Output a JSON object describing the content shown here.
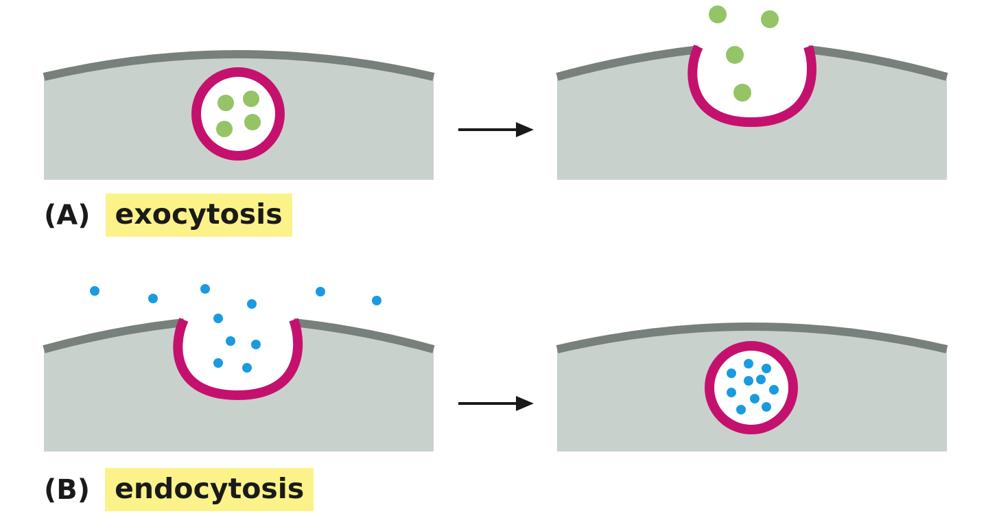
{
  "panels": [
    {
      "id": "A",
      "letter": "(A)",
      "name": "exocytosis"
    },
    {
      "id": "B",
      "letter": "(B)",
      "name": "endocytosis"
    }
  ],
  "colors": {
    "cytoplasm": "#c9d1cc",
    "membrane": "#77807a",
    "vesicle_membrane": "#c4116e",
    "secreted_cargo": "#94c465",
    "ingested_cargo": "#1a9be0",
    "label_highlight": "#fbf38a",
    "arrow": "#1a1a1a"
  }
}
